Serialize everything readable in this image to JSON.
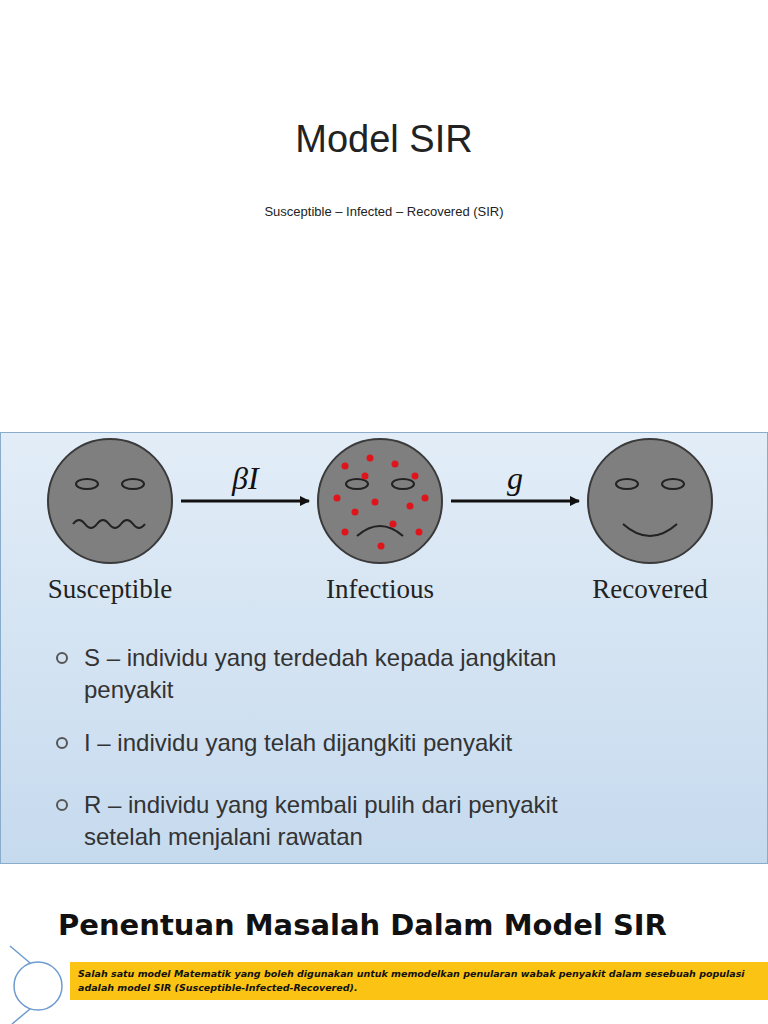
{
  "diagram": {
    "title": "Model SIR",
    "nodes": [
      {
        "text": [
          "Susceptible"
        ]
      },
      {
        "text": [
          "Infectious"
        ]
      },
      {
        "text": [
          "Recovered"
        ]
      },
      {
        "text": [
          "Salah satu model Matematik yang boleh digunakan untuk memodelkan penularan wabak penyakit dalam sesebuah populasi adalah model SIR (Susceptible-Infected-Recovered)."
        ]
      }
    ],
    "edges": [
      {
        "from": 0,
        "to": 1,
        "label": "βI",
        "arrow": "to"
      },
      {
        "from": 1,
        "to": 2,
        "label": "g",
        "arrow": "to"
      }
    ],
    "labels": [
      "Susceptible – Infected – Recovered (SIR)",
      "S – individu yang terdedah kepada jangkitan penyakit",
      "I – individu yang telah dijangkiti penyakit",
      "R – individu yang kembali pulih dari penyakit setelah menjalani rawatan",
      "Penentuan Masalah Dalam Model SIR"
    ]
  }
}
